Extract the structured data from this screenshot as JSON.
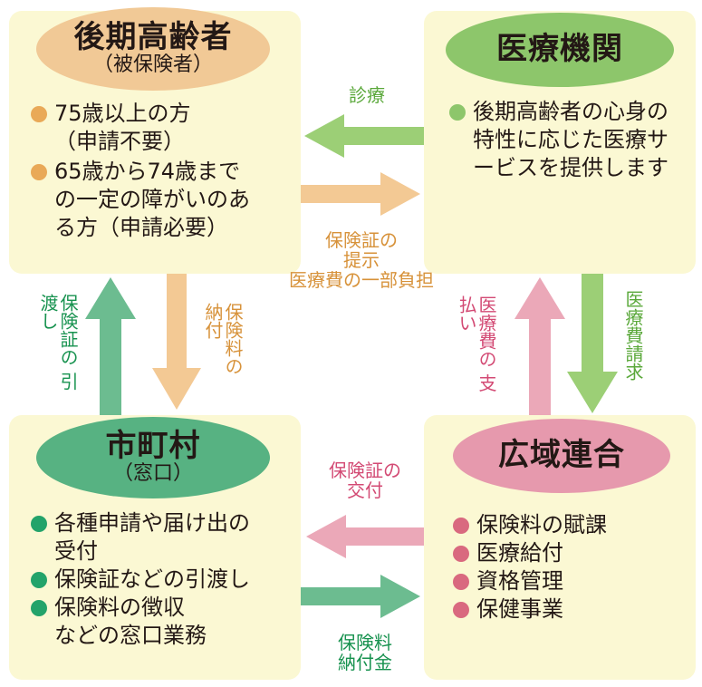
{
  "nodes": {
    "insured": {
      "title": "後期高齢者",
      "subtitle": "（被保険者）",
      "items": [
        "75歳以上の方\n（申請不要）",
        "65歳から74歳まで\nの一定の障がいのあ\nる方（申請必要）"
      ]
    },
    "medical": {
      "title": "医療機関",
      "items": [
        "後期高齢者の心身の\n特性に応じた医療サ\nービスを提供します"
      ]
    },
    "municipality": {
      "title": "市町村",
      "subtitle": "（窓口）",
      "items": [
        "各種申請や届け出の\n受付",
        "保険証などの引渡し",
        "保険料の徴収\nなどの窓口業務"
      ]
    },
    "union": {
      "title": "広域連合",
      "items": [
        "保険料の賦課",
        "医療給付",
        "資格管理",
        "保健事業"
      ]
    }
  },
  "flows": {
    "shinryo": "診療",
    "presentation": "保険証の\n提示\n医療費の一部負担",
    "premium_payment": "保険料の\n納付",
    "card_handover": "保険証の\n引渡し",
    "fee_claim": "医療費請求",
    "fee_payment": "医療費の\n支払い",
    "card_issue": "保険証の\n交付",
    "premium_remit": "保険料\n納付金"
  },
  "colors": {
    "panel": "#fbf8d3",
    "orange_pill": "#f1c996",
    "green_pill": "#8dc66b",
    "teal_pill": "#57b282",
    "pink_pill": "#e699ad",
    "orange_dot": "#e9a957",
    "green_dot": "#8dc66b",
    "teal_dot": "#23a36a",
    "pink_dot": "#d9697f",
    "green_text": "#5aa83a",
    "orange_text": "#d7923a",
    "teal_text": "#17924f",
    "pink_text": "#d34a74"
  }
}
